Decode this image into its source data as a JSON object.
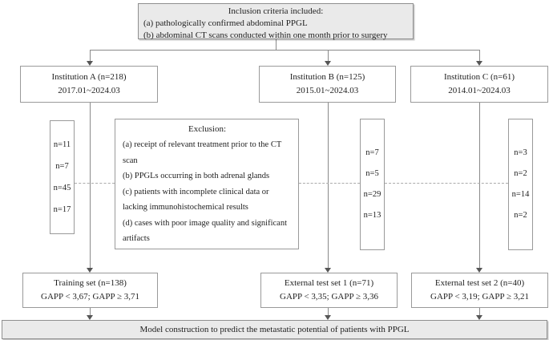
{
  "colors": {
    "line": "#8a8a8a",
    "box_border": "#9a9a9a",
    "gray_fill": "#eaeaea",
    "text": "#1f1f1f",
    "dashed_line": "#ababab",
    "arrow": "#565656"
  },
  "inclusion": {
    "title": "Inclusion criteria included:",
    "item_a": "(a) pathologically confirmed abdominal PPGL",
    "item_b": "(b) abdominal CT scans conducted within one month prior to surgery"
  },
  "institutions": [
    {
      "name": "Institution A (n=218)",
      "period": "2017.01~2024.03"
    },
    {
      "name": "Institution B (n=125)",
      "period": "2015.01~2024.03"
    },
    {
      "name": "Institution C (n=61)",
      "period": "2014.01~2024.03"
    }
  ],
  "exclusion": {
    "title": "Exclusion:",
    "item_a": "(a) receipt of relevant treatment prior to the CT scan",
    "item_b": "(b) PPGLs occurring in both adrenal glands",
    "item_c": "(c) patients with incomplete clinical data or lacking immunohistochemical results",
    "item_d": "(d) cases with poor image quality and significant artifacts"
  },
  "excluded_counts": {
    "institution_a": [
      "n=11",
      "n=7",
      "n=45",
      "n=17"
    ],
    "institution_b": [
      "n=7",
      "n=5",
      "n=29",
      "n=13"
    ],
    "institution_c": [
      "n=3",
      "n=2",
      "n=14",
      "n=2"
    ]
  },
  "datasets": [
    {
      "name": "Training set (n=138)",
      "gapp": "GAPP < 3,67; GAPP ≥ 3,71"
    },
    {
      "name": "External test set 1 (n=71)",
      "gapp": "GAPP < 3,35; GAPP ≥ 3,36"
    },
    {
      "name": "External test set 2 (n=40)",
      "gapp": "GAPP < 3,19; GAPP ≥ 3,21"
    }
  ],
  "outcome": {
    "label": "Model construction to predict the metastatic potential of patients with PPGL"
  }
}
